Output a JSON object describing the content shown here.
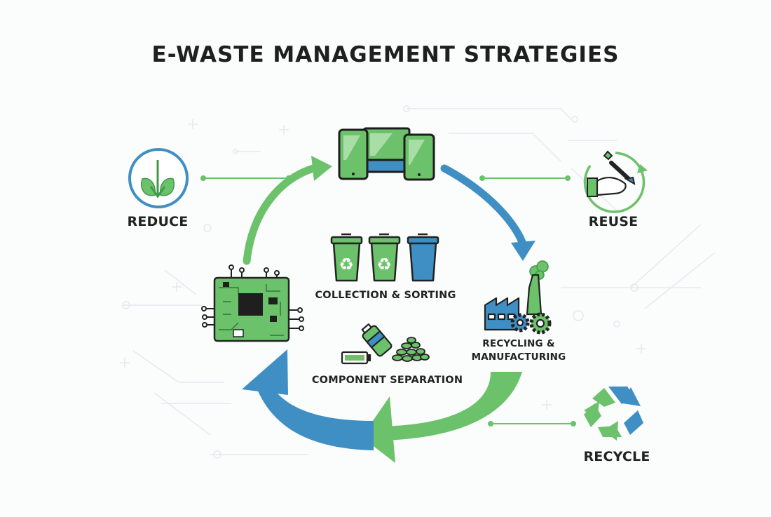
{
  "title": "E-WASTE MANAGEMENT STRATEGIES",
  "nodes": {
    "reduce": "REDUCE",
    "reuse": "REUSE",
    "recycle": "RECYCLE",
    "collection": "COLLECTION & SORTING",
    "component": "COMPONENT SEPARATION",
    "recycling_line1": "RECYCLING &",
    "recycling_line2": "MANUFACTURING"
  },
  "colors": {
    "green": "#6cc26a",
    "green_dark": "#3f9a4a",
    "blue": "#3f8fc4",
    "ink": "#222222",
    "line": "#e3e7ea"
  }
}
